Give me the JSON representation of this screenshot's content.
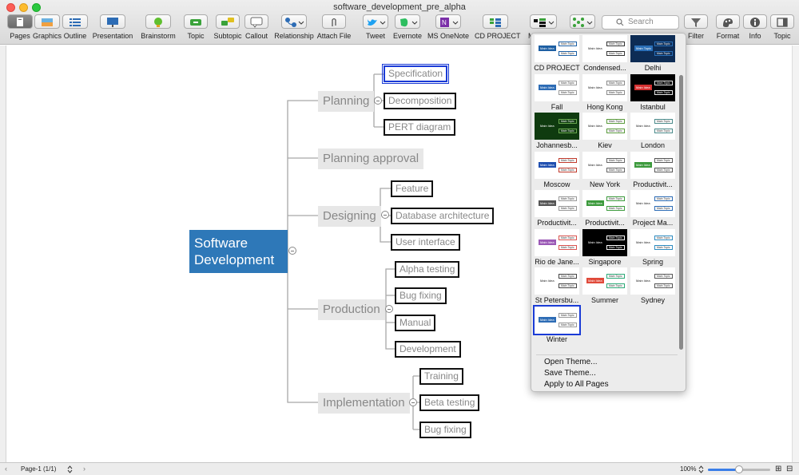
{
  "window": {
    "title": "software_development_pre_alpha"
  },
  "toolbar": {
    "buttons": [
      {
        "label": "Pages",
        "icon": "pages-icon"
      },
      {
        "label": "Graphics",
        "icon": "graphics-icon"
      },
      {
        "label": "Outline",
        "icon": "outline-icon"
      },
      {
        "label": "Presentation",
        "icon": "presentation-icon"
      },
      {
        "label": "Brainstorm",
        "icon": "brainstorm-icon"
      },
      {
        "label": "Topic",
        "icon": "topic-icon"
      },
      {
        "label": "Subtopic",
        "icon": "subtopic-icon"
      },
      {
        "label": "Callout",
        "icon": "callout-icon"
      },
      {
        "label": "Relationship",
        "icon": "relationship-icon"
      },
      {
        "label": "Attach File",
        "icon": "attach-file-icon"
      },
      {
        "label": "Tweet",
        "icon": "twitter-icon"
      },
      {
        "label": "Evernote",
        "icon": "evernote-icon"
      },
      {
        "label": "MS OneNote",
        "icon": "onenote-icon"
      },
      {
        "label": "CD PROJECT",
        "icon": "cd-project-icon"
      },
      {
        "label": "M",
        "icon": "theme-icon"
      },
      {
        "label": "Filter",
        "icon": "filter-icon"
      },
      {
        "label": "Format",
        "icon": "format-icon"
      },
      {
        "label": "Info",
        "icon": "info-icon"
      },
      {
        "label": "Topic",
        "icon": "topic-panel-icon"
      }
    ],
    "search_placeholder": "Search"
  },
  "mindmap": {
    "central": "Software\nDevelopment",
    "branches": [
      {
        "label": "Planning",
        "children": [
          "Specification",
          "Decomposition",
          "PERT diagram"
        ]
      },
      {
        "label": "Planning approval",
        "children": []
      },
      {
        "label": "Designing",
        "children": [
          "Feature",
          "Database architecture",
          "User interface"
        ]
      },
      {
        "label": "Production",
        "children": [
          "Alpha testing",
          "Bug fixing",
          "Manual",
          "Development"
        ]
      },
      {
        "label": "Implementation",
        "children": [
          "Training",
          "Beta testing",
          "Bug fixing"
        ]
      }
    ]
  },
  "theme_popup": {
    "themes": [
      {
        "name": "CD PROJECT",
        "bg": "#ffffff",
        "main": "#1d5fa3",
        "sub_color": "#1d5fa3",
        "thumb_main": "Main Idea",
        "thumb_sub": "Main Topic"
      },
      {
        "name": "Condensed...",
        "bg": "#ffffff",
        "main": "#ffffff",
        "sub_color": "#333333",
        "thumb_main": "Main Idea",
        "thumb_sub": "Main Topic"
      },
      {
        "name": "Delhi",
        "bg": "#0d2c55",
        "main": "#2a6fb8",
        "sub_color": "#2a6fb8",
        "thumb_main": "Main Topic",
        "thumb_sub": "Main Topic"
      },
      {
        "name": "Fall",
        "bg": "#ffffff",
        "main": "#2d6cb5",
        "sub_color": "#999999",
        "thumb_main": "Main Idea",
        "thumb_sub": "Main Topic"
      },
      {
        "name": "Hong Kong",
        "bg": "#ffffff",
        "main": "#ffffff",
        "sub_color": "#8a8a8a",
        "thumb_main": "Main Idea",
        "thumb_sub": "Main Topic"
      },
      {
        "name": "Istanbul",
        "bg": "#000000",
        "main": "#d43030",
        "sub_color": "#e8e8e8",
        "thumb_main": "Main Idea",
        "thumb_sub": "Main Topic"
      },
      {
        "name": "Johannesb...",
        "bg": "#0f3b0f",
        "main": "#0f3b0f",
        "sub_color": "#6aa84f",
        "thumb_main": "Main Idea",
        "thumb_sub": "Main Topic"
      },
      {
        "name": "Kiev",
        "bg": "#ffffff",
        "main": "#ffffff",
        "sub_color": "#5a9a3c",
        "thumb_main": "Main Idea",
        "thumb_sub": "Main Topic"
      },
      {
        "name": "London",
        "bg": "#ffffff",
        "main": "#ffffff",
        "sub_color": "#4a8a8a",
        "thumb_main": "Main Idea",
        "thumb_sub": "Main Topic"
      },
      {
        "name": "Moscow",
        "bg": "#ffffff",
        "main": "#1f4fb0",
        "sub_color": "#c0392b",
        "thumb_main": "Main Idea",
        "thumb_sub": "Main Topic"
      },
      {
        "name": "New York",
        "bg": "#ffffff",
        "main": "#ffffff",
        "sub_color": "#666666",
        "thumb_main": "Main Idea",
        "thumb_sub": "Main Topic"
      },
      {
        "name": "Productivit...",
        "bg": "#ffffff",
        "main": "#3c9a3c",
        "sub_color": "#555555",
        "thumb_main": "Main Idea",
        "thumb_sub": "Main Topic"
      },
      {
        "name": "Productivit...",
        "bg": "#ffffff",
        "main": "#555555",
        "sub_color": "#999999",
        "thumb_main": "Main Idea",
        "thumb_sub": "Main Topic"
      },
      {
        "name": "Productivit...",
        "bg": "#ffffff",
        "main": "#3c9a3c",
        "sub_color": "#3c9a3c",
        "thumb_main": "Main Idea",
        "thumb_sub": "Main Topic"
      },
      {
        "name": "Project Ma...",
        "bg": "#ffffff",
        "main": "#ffffff",
        "sub_color": "#2d6cb5",
        "thumb_main": "Main Idea",
        "thumb_sub": "Main Topic"
      },
      {
        "name": "Rio de Jane...",
        "bg": "#ffffff",
        "main": "#9b59b6",
        "sub_color": "#d9534f",
        "thumb_main": "Main Idea",
        "thumb_sub": "Main Topic"
      },
      {
        "name": "Singapore",
        "bg": "#000000",
        "main": "#000000",
        "sub_color": "#ffffff",
        "thumb_main": "Main Idea",
        "thumb_sub": "Main Topic"
      },
      {
        "name": "Spring",
        "bg": "#ffffff",
        "main": "#ffffff",
        "sub_color": "#2e8bc0",
        "thumb_main": "Main Idea",
        "thumb_sub": "Main Topic"
      },
      {
        "name": "St Petersbu...",
        "bg": "#ffffff",
        "main": "#ffffff",
        "sub_color": "#444444",
        "thumb_main": "Main Idea",
        "thumb_sub": "Main Topic"
      },
      {
        "name": "Summer",
        "bg": "#ffffff",
        "main": "#e04a3a",
        "sub_color": "#2aa876",
        "thumb_main": "Main Idea",
        "thumb_sub": "Main Topic"
      },
      {
        "name": "Sydney",
        "bg": "#ffffff",
        "main": "#ffffff",
        "sub_color": "#555555",
        "thumb_main": "Main Idea",
        "thumb_sub": "Main Topic"
      },
      {
        "name": "Winter",
        "bg": "#ffffff",
        "main": "#2d6cb5",
        "sub_color": "#999999",
        "thumb_main": "Main Idea",
        "thumb_sub": "Main Topic",
        "selected": true
      }
    ],
    "menu": [
      "Open Theme...",
      "Save Theme...",
      "Apply to All Pages"
    ]
  },
  "status": {
    "page": "Page-1 (1/1)",
    "zoom": "100%",
    "zoom_level": 0.5
  },
  "colors": {
    "central_bg": "#2e78b8",
    "selection": "#1a3bd6"
  }
}
